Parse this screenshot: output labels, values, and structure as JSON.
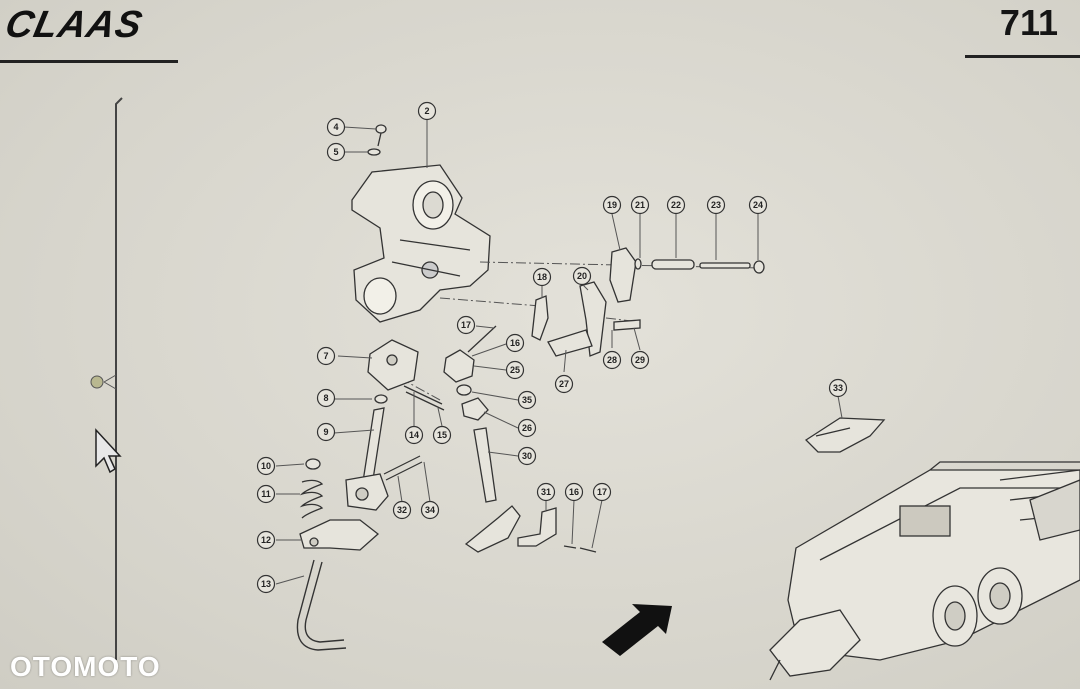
{
  "header": {
    "brand": "CLAAS",
    "page_number": "711"
  },
  "watermark": "OTOMOTO",
  "callouts": [
    {
      "label": "2"
    },
    {
      "label": "4"
    },
    {
      "label": "5"
    },
    {
      "label": "19"
    },
    {
      "label": "21"
    },
    {
      "label": "22"
    },
    {
      "label": "23"
    },
    {
      "label": "24"
    },
    {
      "label": "18"
    },
    {
      "label": "20"
    },
    {
      "label": "17"
    },
    {
      "label": "16"
    },
    {
      "label": "7"
    },
    {
      "label": "25"
    },
    {
      "label": "28"
    },
    {
      "label": "29"
    },
    {
      "label": "27"
    },
    {
      "label": "8"
    },
    {
      "label": "35"
    },
    {
      "label": "14"
    },
    {
      "label": "15"
    },
    {
      "label": "26"
    },
    {
      "label": "9"
    },
    {
      "label": "30"
    },
    {
      "label": "10"
    },
    {
      "label": "11"
    },
    {
      "label": "31"
    },
    {
      "label": "16"
    },
    {
      "label": "17"
    },
    {
      "label": "32"
    },
    {
      "label": "34"
    },
    {
      "label": "12"
    },
    {
      "label": "13"
    },
    {
      "label": "33"
    }
  ],
  "colors": {
    "paper": "#d9d7cf",
    "ink": "#222222",
    "watermark": "#ffffff"
  }
}
